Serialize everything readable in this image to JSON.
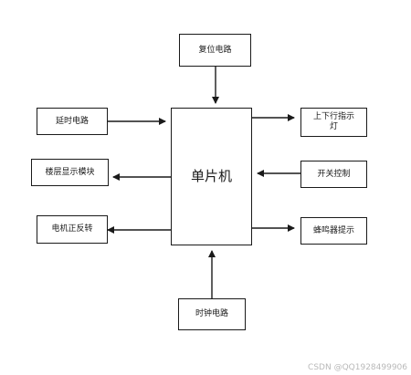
{
  "diagram": {
    "center_block": "单片机",
    "blocks": {
      "reset": "复位电路",
      "delay": "延时电路",
      "floor_display": "楼层显示模块",
      "motor": "电机正反转",
      "clock": "时钟电路",
      "indicator": "上下行指示灯",
      "switch": "开关控制",
      "buzzer": "蜂鸣器提示"
    }
  },
  "colors": {
    "line": "#1a1a1a",
    "box_border": "#1a1a1a",
    "background": "#ffffff",
    "watermark": "#b9b9b9"
  },
  "watermark": "CSDN @QQ1928499906"
}
